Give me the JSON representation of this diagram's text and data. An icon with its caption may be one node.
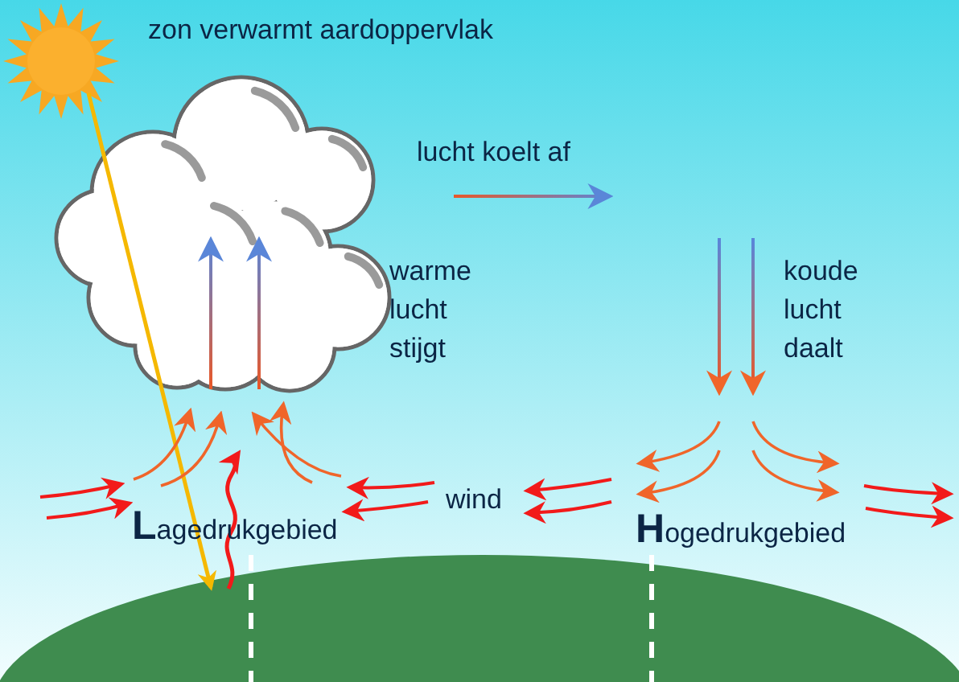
{
  "diagram": {
    "labels": [
      "zon verwarmt aardoppervlak",
      "lucht koelt af",
      "warme lucht stijgt",
      "koude lucht daalt",
      "wind",
      "Lagedrukgebied",
      "Hogedrukgebied"
    ]
  }
}
